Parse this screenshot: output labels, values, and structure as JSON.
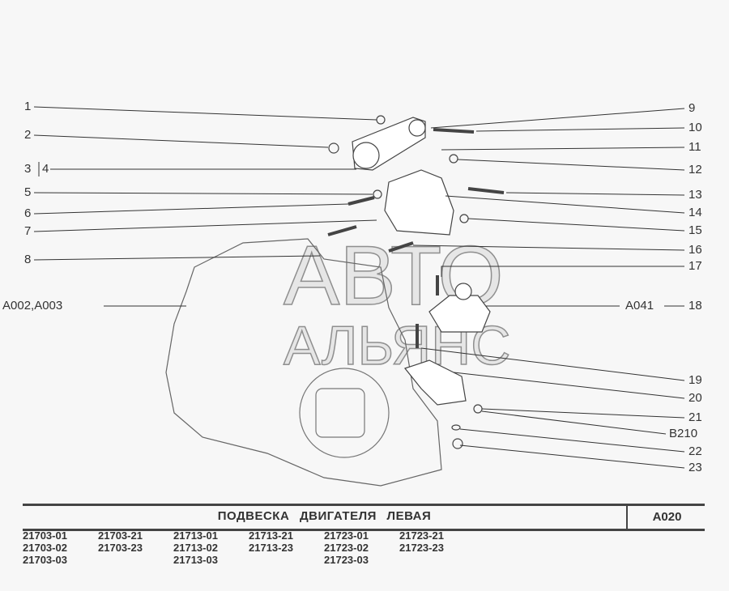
{
  "callouts_left": [
    {
      "id": "1",
      "text": "1"
    },
    {
      "id": "2",
      "text": "2"
    },
    {
      "id": "3",
      "text": "3"
    },
    {
      "id": "4",
      "text": "4"
    },
    {
      "id": "5",
      "text": "5"
    },
    {
      "id": "6",
      "text": "6"
    },
    {
      "id": "7",
      "text": "7"
    },
    {
      "id": "8",
      "text": "8"
    },
    {
      "id": "ref",
      "text": "A002,A003"
    }
  ],
  "callouts_right": [
    {
      "text": "9"
    },
    {
      "text": "10"
    },
    {
      "text": "11"
    },
    {
      "text": "12"
    },
    {
      "text": "13"
    },
    {
      "text": "14"
    },
    {
      "text": "15"
    },
    {
      "text": "16"
    },
    {
      "text": "17"
    },
    {
      "text": "18"
    },
    {
      "text": "19"
    },
    {
      "text": "20"
    },
    {
      "text": "21"
    },
    {
      "text": "B210"
    },
    {
      "text": "22"
    },
    {
      "text": "23"
    }
  ],
  "ref_right": "A041",
  "watermark": {
    "line1": "АВТО",
    "line2": "АЛЬЯНС"
  },
  "footer": {
    "title": "ПОДВЕСКА ДВИГАТЕЛЯ ЛЕВАЯ",
    "code": "A020",
    "models": [
      [
        "21703-01",
        "21703-02",
        "21703-03"
      ],
      [
        "21703-21",
        "21703-23"
      ],
      [
        "21713-01",
        "21713-02",
        "21713-03"
      ],
      [
        "21713-21",
        "21713-23"
      ],
      [
        "21723-01",
        "21723-02",
        "21723-03"
      ],
      [
        "21723-21",
        "21723-23"
      ]
    ]
  }
}
